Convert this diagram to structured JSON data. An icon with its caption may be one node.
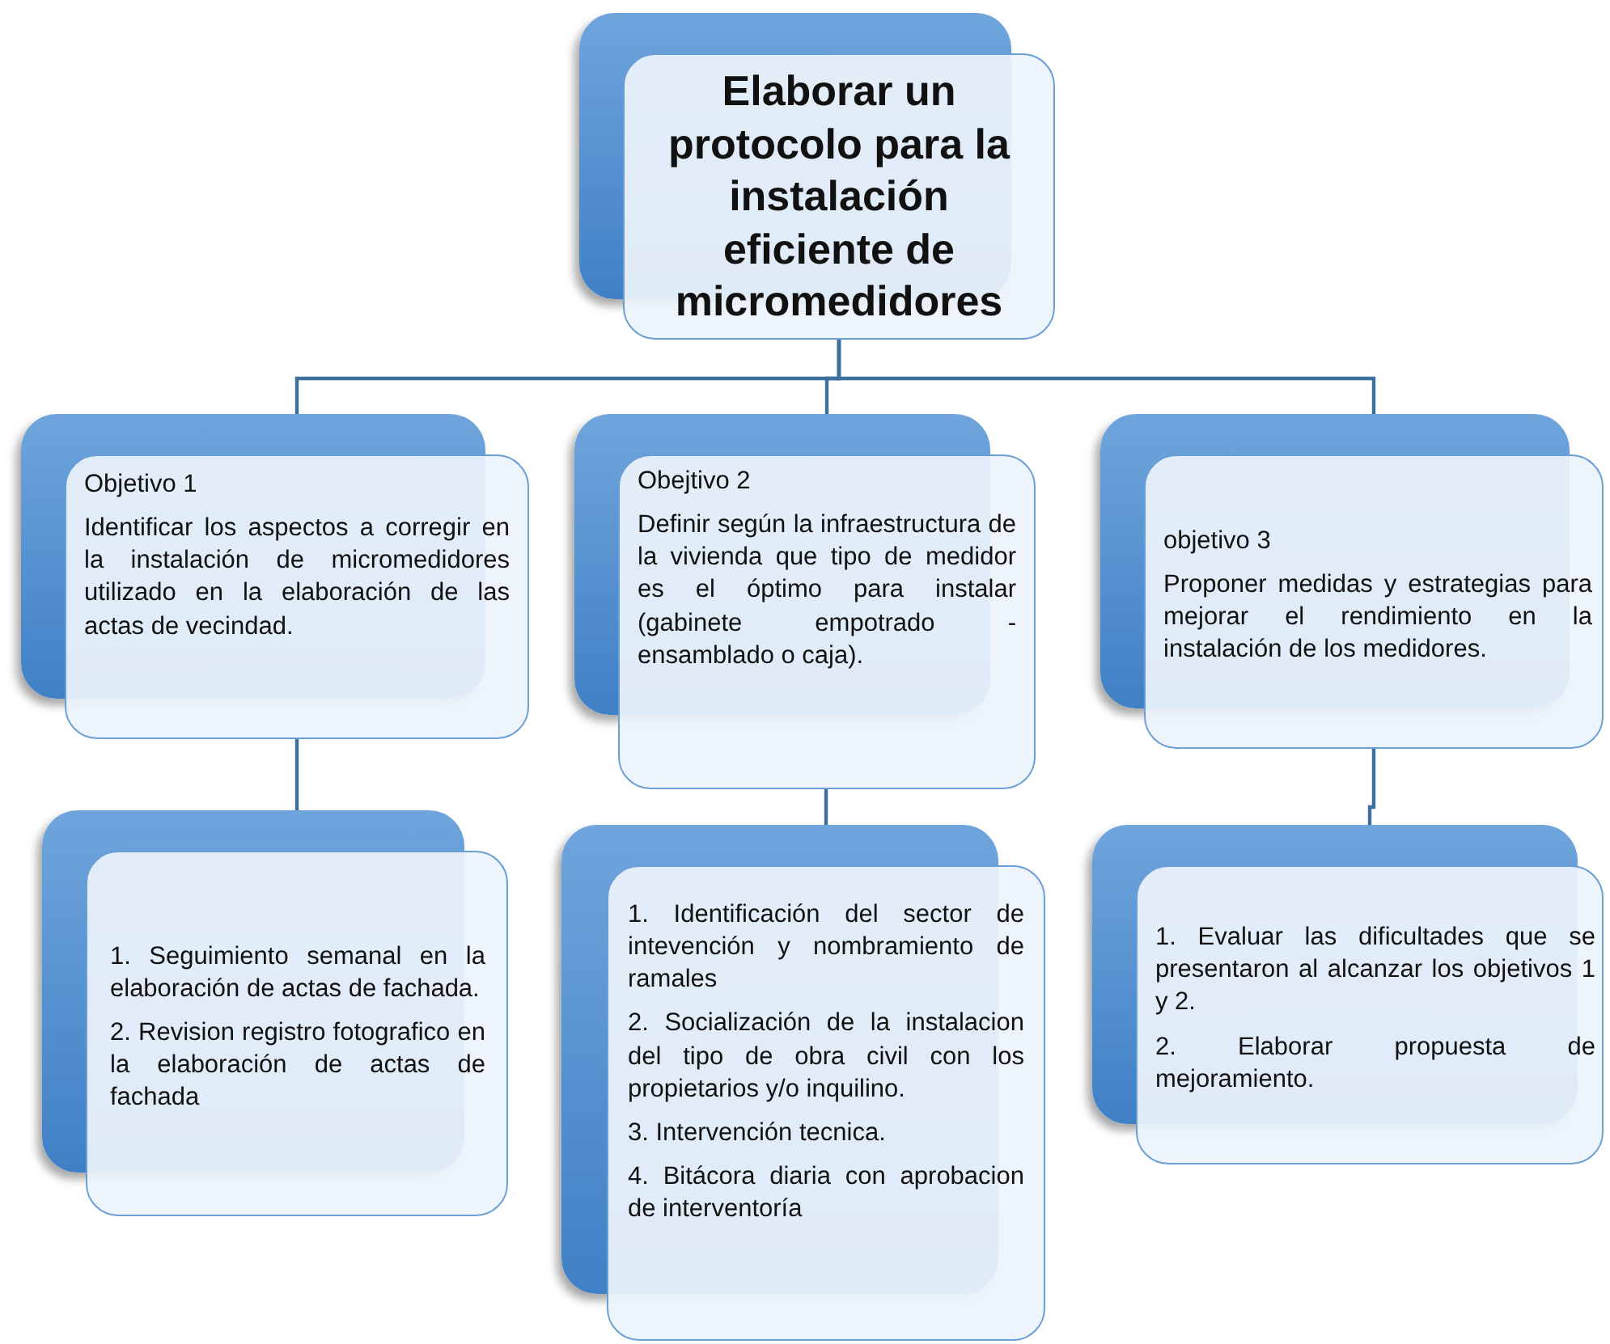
{
  "diagram": {
    "nodes": [
      {
        "text": [
          "Elaborar un protocolo para la instalación eficiente de micromedidores"
        ]
      },
      {
        "text": [
          "Objetivo 1",
          "Identificar los aspectos a corregir en la instalación de micromedidores utilizado en la elaboración de las actas de vecindad."
        ]
      },
      {
        "text": [
          "Obejtivo 2",
          "Definir según la infraestructura de la vivienda que tipo de medidor es el óptimo para instalar (gabinete empotrado - ensamblado o caja)."
        ]
      },
      {
        "text": [
          "objetivo 3",
          "Proponer medidas y estrategias para mejorar el rendimiento en la instalación de los medidores."
        ]
      },
      {
        "text": [
          "1. Seguimiento semanal en la elaboración de actas de fachada.",
          "2. Revision registro fotografico en la elaboración de actas de fachada"
        ]
      },
      {
        "text": [
          "1. Identificación del sector de intevención y nombramiento de ramales",
          "2. Socialización de la instalacion del tipo de obra civil con los propietarios y/o inquilino.",
          "3. Intervención tecnica.",
          "4. Bitácora diaria con aprobacion de interventoría"
        ]
      },
      {
        "text": [
          "1. Evaluar las dificultades que se presentaron al alcanzar los objetivos 1 y 2.",
          "2. Elaborar propuesta de mejoramiento."
        ]
      }
    ],
    "edges": [
      {
        "from": 0,
        "to": 1,
        "arrow": "none"
      },
      {
        "from": 0,
        "to": 2,
        "arrow": "none"
      },
      {
        "from": 0,
        "to": 3,
        "arrow": "none"
      },
      {
        "from": 1,
        "to": 4,
        "arrow": "none"
      },
      {
        "from": 2,
        "to": 5,
        "arrow": "none"
      },
      {
        "from": 3,
        "to": 6,
        "arrow": "none"
      }
    ]
  }
}
